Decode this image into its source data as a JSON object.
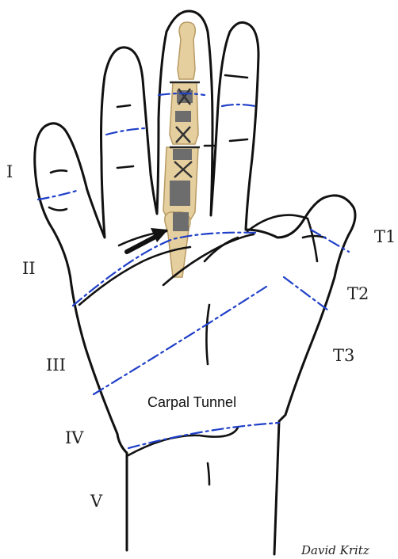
{
  "zones": {
    "digit": [
      "I",
      "II",
      "III",
      "IV",
      "V"
    ],
    "thumb": [
      "T1",
      "T2",
      "T3"
    ]
  },
  "region_label": "Carpal Tunnel",
  "signature": "David Kritz",
  "colors": {
    "zone_line": "#1f3fc8",
    "outline": "#111111",
    "bone": "#e6cf9f",
    "fixation": "#6d6d6d",
    "arrow": "#111111"
  }
}
